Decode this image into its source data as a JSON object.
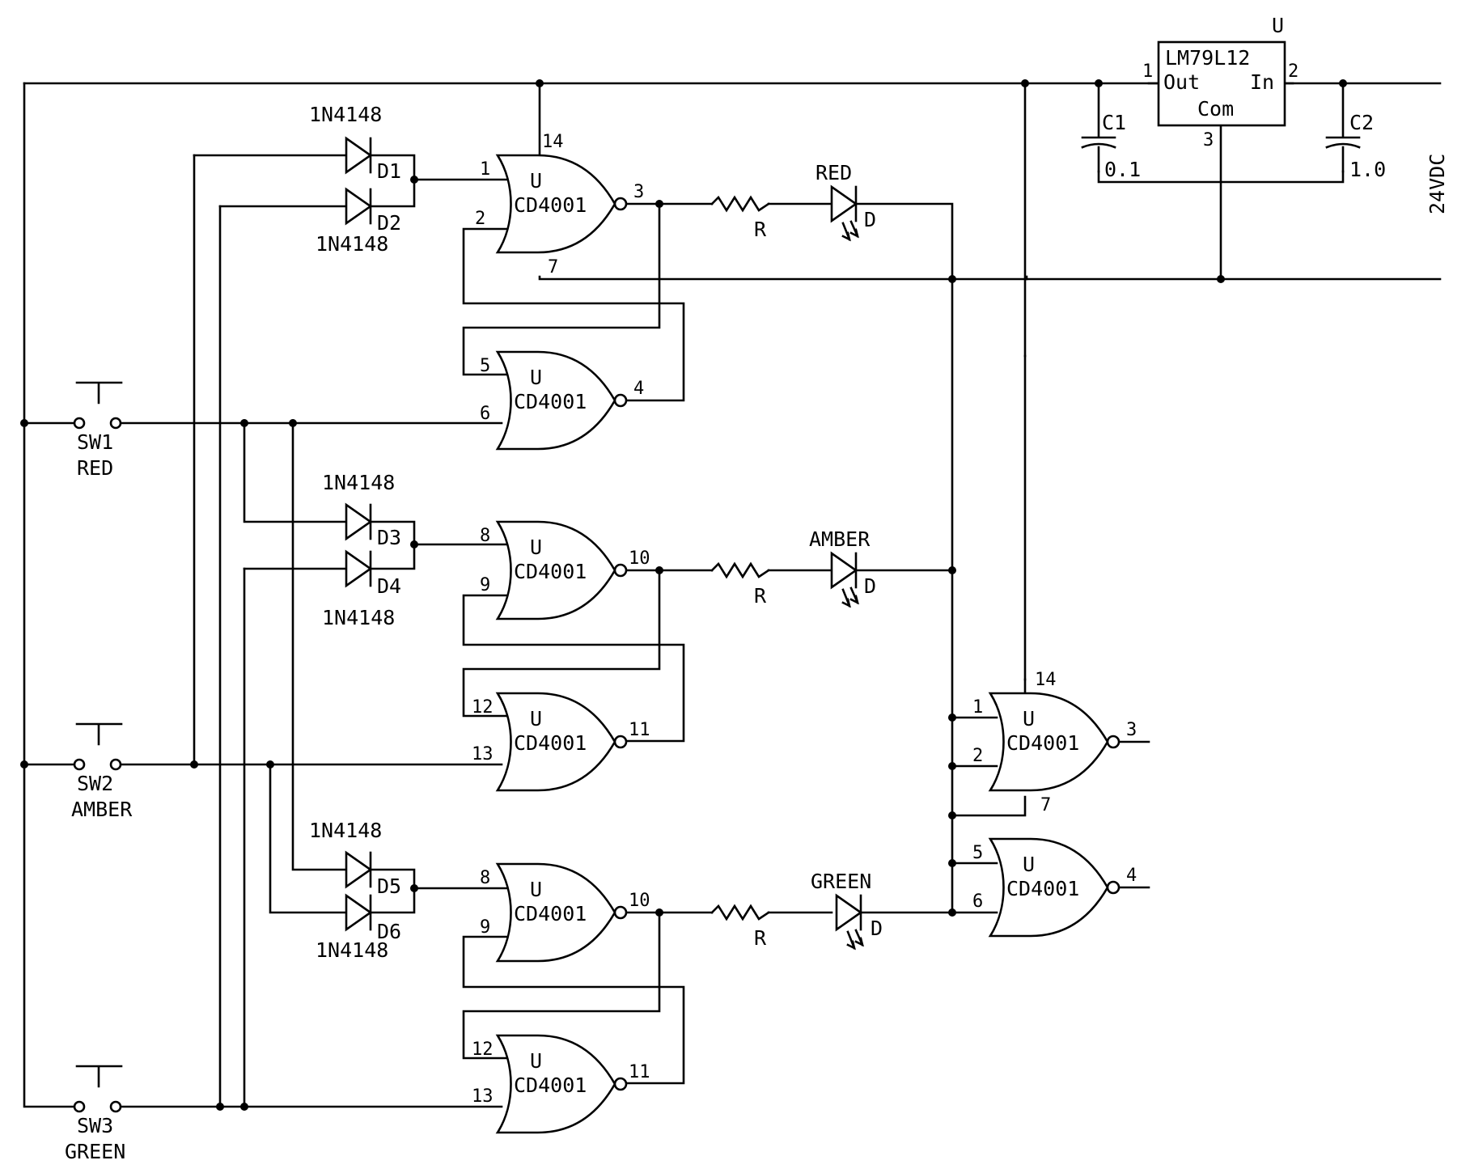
{
  "regulator": {
    "ref": "U",
    "part": "LM79L12",
    "out_label": "Out",
    "in_label": "In",
    "com_label": "Com",
    "pin_out": "1",
    "pin_in": "2",
    "pin_com": "3"
  },
  "capacitors": [
    {
      "ref": "C1",
      "value": "0.1"
    },
    {
      "ref": "C2",
      "value": "1.0"
    }
  ],
  "supply_label": "24VDC",
  "switches": [
    {
      "ref": "SW1",
      "label": "RED"
    },
    {
      "ref": "SW2",
      "label": "AMBER"
    },
    {
      "ref": "SW3",
      "label": "GREEN"
    }
  ],
  "diodes": [
    {
      "ref": "D1",
      "part": "1N4148"
    },
    {
      "ref": "D2",
      "part": "1N4148"
    },
    {
      "ref": "D3",
      "part": "1N4148"
    },
    {
      "ref": "D4",
      "part": "1N4148"
    },
    {
      "ref": "D5",
      "part": "1N4148"
    },
    {
      "ref": "D6",
      "part": "1N4148"
    }
  ],
  "gates": [
    {
      "ref": "U",
      "part": "CD4001",
      "in_a": "1",
      "in_b": "2",
      "out": "3",
      "vdd": "14",
      "vss": "7"
    },
    {
      "ref": "U",
      "part": "CD4001",
      "in_a": "5",
      "in_b": "6",
      "out": "4"
    },
    {
      "ref": "U",
      "part": "CD4001",
      "in_a": "8",
      "in_b": "9",
      "out": "10"
    },
    {
      "ref": "U",
      "part": "CD4001",
      "in_a": "12",
      "in_b": "13",
      "out": "11"
    },
    {
      "ref": "U",
      "part": "CD4001",
      "in_a": "8",
      "in_b": "9",
      "out": "10"
    },
    {
      "ref": "U",
      "part": "CD4001",
      "in_a": "12",
      "in_b": "13",
      "out": "11"
    },
    {
      "ref": "U",
      "part": "CD4001",
      "in_a": "1",
      "in_b": "2",
      "out": "3",
      "vdd": "14",
      "vss": "7"
    },
    {
      "ref": "U",
      "part": "CD4001",
      "in_a": "5",
      "in_b": "6",
      "out": "4"
    }
  ],
  "leds": [
    {
      "label": "RED",
      "ref": "D"
    },
    {
      "label": "AMBER",
      "ref": "D"
    },
    {
      "label": "GREEN",
      "ref": "D"
    }
  ],
  "resistors": [
    {
      "ref": "R"
    },
    {
      "ref": "R"
    },
    {
      "ref": "R"
    }
  ]
}
